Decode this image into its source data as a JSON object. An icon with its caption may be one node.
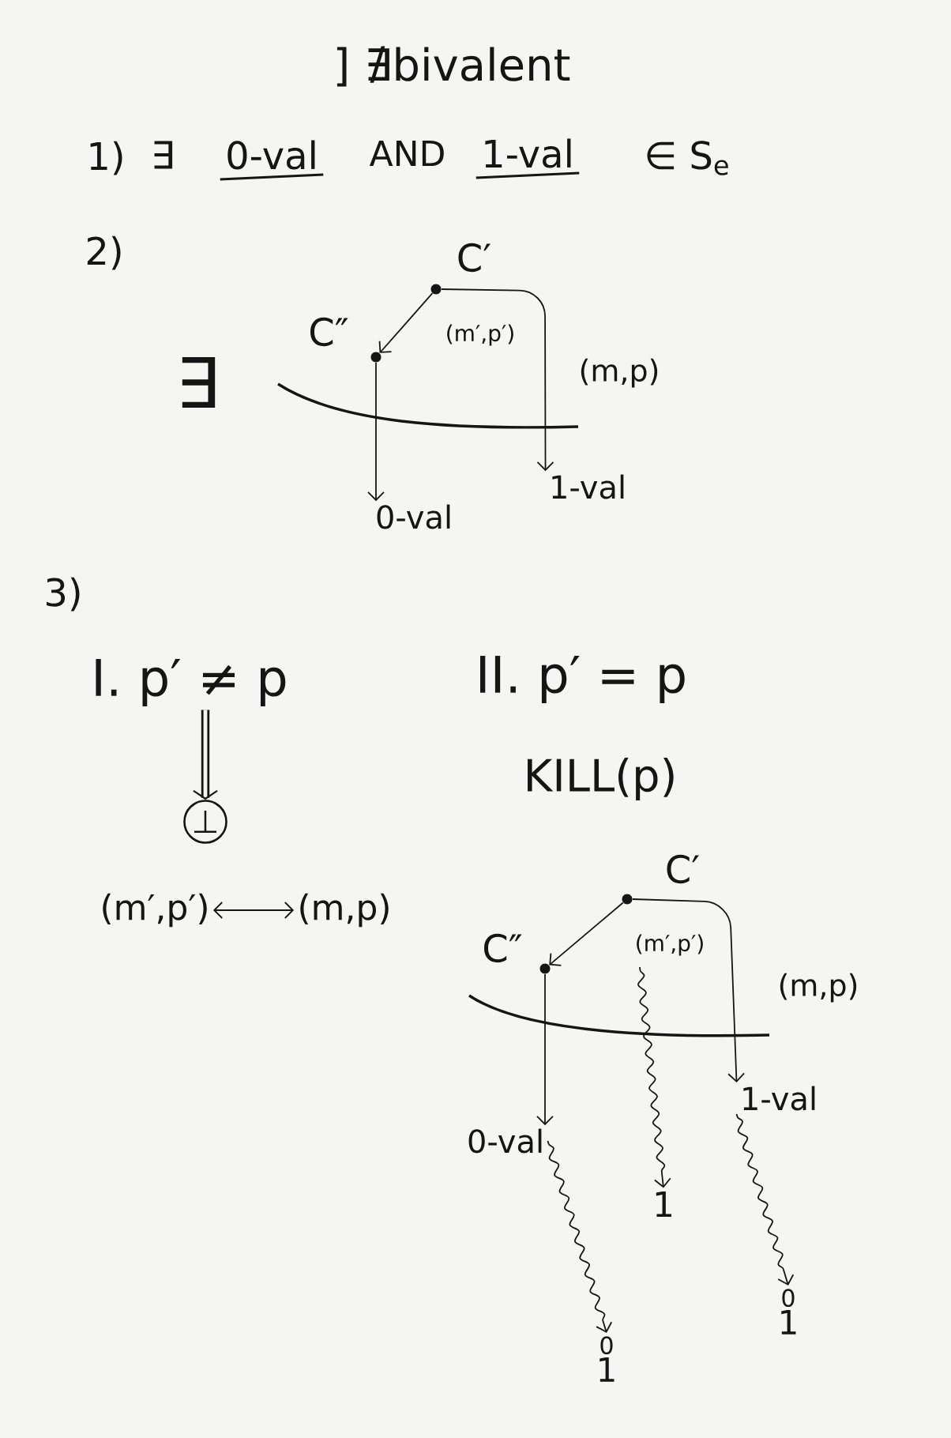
{
  "diagram": {
    "title": "] ∄bivalent",
    "nodes": [
      {
        "text": [],
        "shape": "circle",
        "beside": [
          "C′"
        ]
      },
      {
        "text": [],
        "shape": "circle",
        "beside": [
          "C″"
        ]
      },
      {
        "text": [
          "0-val"
        ]
      },
      {
        "text": [
          "1-val"
        ]
      },
      {
        "text": [
          "I. p′ ≠ p"
        ]
      },
      {
        "text": [
          "⊥"
        ]
      },
      {
        "text": [
          "(m′,p′)"
        ]
      },
      {
        "text": [
          "(m,p)"
        ]
      },
      {
        "text": [],
        "shape": "circle",
        "beside": [
          "C′"
        ]
      },
      {
        "text": [],
        "shape": "circle",
        "beside": [
          "C″"
        ]
      },
      {
        "text": [
          "0-val"
        ]
      },
      {
        "text": [
          "1"
        ]
      },
      {
        "text": [
          "1-val"
        ]
      },
      {
        "text": [
          "0",
          "1"
        ]
      },
      {
        "text": [
          "0",
          "1"
        ]
      }
    ],
    "edges": [
      {
        "from": 0,
        "to": 1,
        "arrow": "to",
        "label": "(m′,p′)"
      },
      {
        "from": 0,
        "to": 3,
        "arrow": "to",
        "label": "(m,p)"
      },
      {
        "from": 1,
        "to": 2,
        "arrow": "to"
      },
      {
        "from": 4,
        "to": 5,
        "arrow": "to",
        "style": "thick"
      },
      {
        "from": 6,
        "to": 7,
        "arrow": "both"
      },
      {
        "from": 8,
        "to": 9,
        "arrow": "to",
        "label": "(m′,p′)"
      },
      {
        "from": 8,
        "to": 12,
        "arrow": "to",
        "label": "(m,p)"
      },
      {
        "from": 9,
        "to": 10,
        "arrow": "to"
      },
      {
        "from": null,
        "to": 11,
        "arrow": "to"
      },
      {
        "from": 10,
        "to": 13,
        "arrow": "to"
      },
      {
        "from": 12,
        "to": 14,
        "arrow": "to"
      }
    ],
    "labels": [
      "1)",
      "∃",
      "0-val",
      "AND",
      "1-val",
      "∈ S$_{e}$",
      "2)",
      "∃",
      "3)",
      "II. p′ = p",
      "KILL(p)"
    ]
  }
}
